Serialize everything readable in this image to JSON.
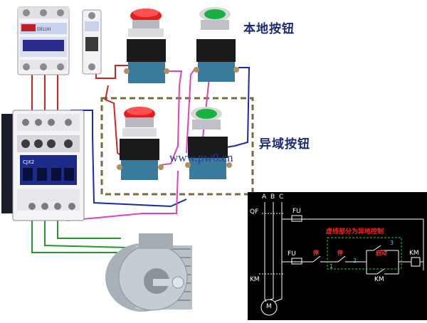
{
  "labels": {
    "local_buttons": "本地按钮",
    "remote_buttons": "异域按钮",
    "watermark": "www.pw0.cn"
  },
  "device_text": {
    "breaker_brand": "DELIXI",
    "contactor_model": "CJX2"
  },
  "schematic": {
    "phase_a": "A",
    "phase_b": "B",
    "phase_c": "C",
    "qf": "QF",
    "fu_main": "FU",
    "fu_ctrl": "FU",
    "km_main": "KM",
    "km_coil": "KM",
    "km_aux": "KM",
    "title": "虚线部分为异地控制",
    "stop_local": "停",
    "stop_remote": "停",
    "start": "启动",
    "node1": "1",
    "node2": "2",
    "node3": "3",
    "motor": "M"
  },
  "colors": {
    "background": "#ffffff",
    "schematic_bg": "#000000",
    "wire_red": "#d42020",
    "wire_blue": "#1a2ab0",
    "wire_magenta": "#e040c0",
    "wire_green": "#1f9a2a",
    "label_text": "#1a2a7a",
    "dashed_box": "#7a6a3a"
  }
}
